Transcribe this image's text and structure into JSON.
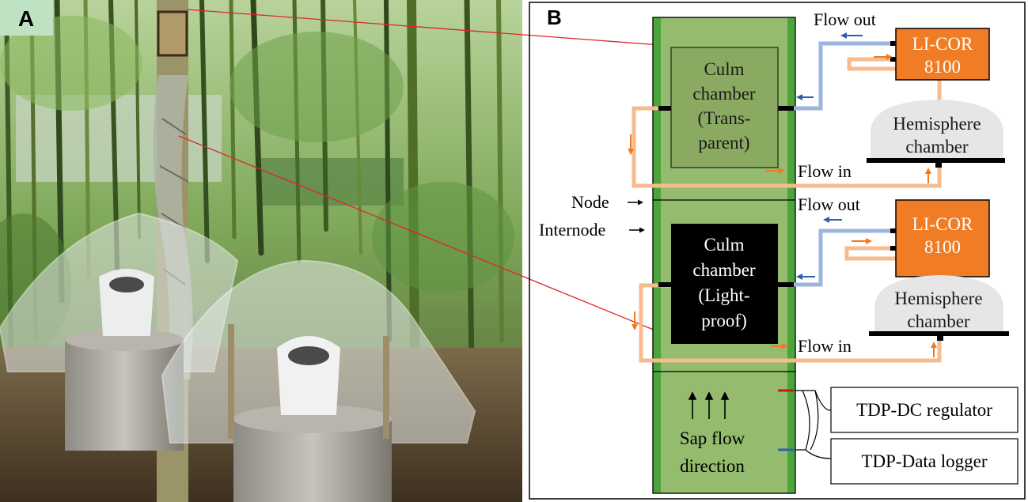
{
  "panel_a": {
    "label": "A"
  },
  "panel_b": {
    "label": "B",
    "upper": {
      "chamber_lines": [
        "Culm",
        "chamber",
        "(Trans-",
        "parent)"
      ],
      "flow_out": "Flow out",
      "flow_in": "Flow in",
      "analyzer_lines": [
        "LI-COR",
        "8100"
      ],
      "hemisphere_lines": [
        "Hemisphere",
        "chamber"
      ]
    },
    "lower": {
      "chamber_lines": [
        "Culm",
        "chamber",
        "(Light-",
        "proof)"
      ],
      "flow_out": "Flow out",
      "flow_in": "Flow in",
      "analyzer_lines": [
        "LI-COR",
        "8100"
      ],
      "hemisphere_lines": [
        "Hemisphere",
        "chamber"
      ]
    },
    "node_label": "Node",
    "internode_label": "Internode",
    "sap_flow_lines": [
      "Sap flow",
      "direction"
    ],
    "tdp_dc": "TDP-DC regulator",
    "tdp_logger": "TDP-Data logger"
  },
  "colors": {
    "culm_green": "#94bb6e",
    "culm_edge": "#4ca53b",
    "transparent_chamber": "#8aaa62",
    "lightproof_chamber": "#000000",
    "licor_orange": "#f07d25",
    "flow_out_blue": "#9db5dd",
    "flow_in_orange": "#f7bb8e",
    "arrow_blue": "#2f5eb0",
    "arrow_orange": "#ef7a20",
    "hemisphere_grey": "#e6e6e6",
    "red_wire": "#c2191c"
  }
}
